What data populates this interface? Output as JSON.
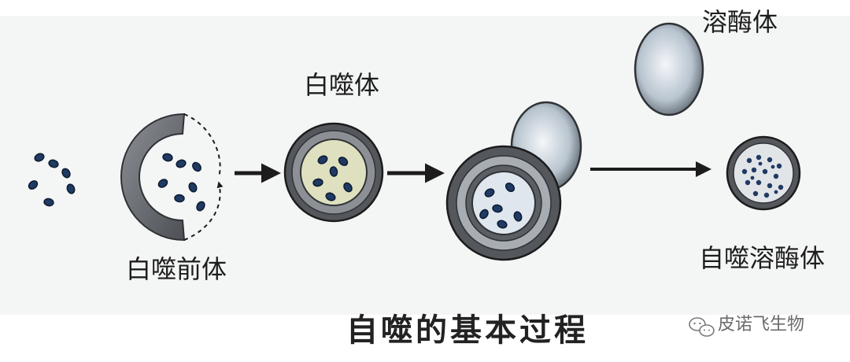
{
  "labels": {
    "lysosome": "溶酶体",
    "autophagosome": "白噬体",
    "phagophore": "白噬前体",
    "autolysosome": "自噬溶酶体"
  },
  "title": "自噬的基本过程",
  "watermark": {
    "text": "皮诺飞生物",
    "icon": "wechat-icon"
  },
  "colors": {
    "membrane_dark": "#5a5d62",
    "membrane_light": "#c9ccd0",
    "lumen_autophagosome": "#dfe0bf",
    "lumen_fused": "#dfe6ee",
    "cargo": "#1f3a63",
    "arrow": "#1c1c1c",
    "background_panel": "#f4f5f5"
  }
}
